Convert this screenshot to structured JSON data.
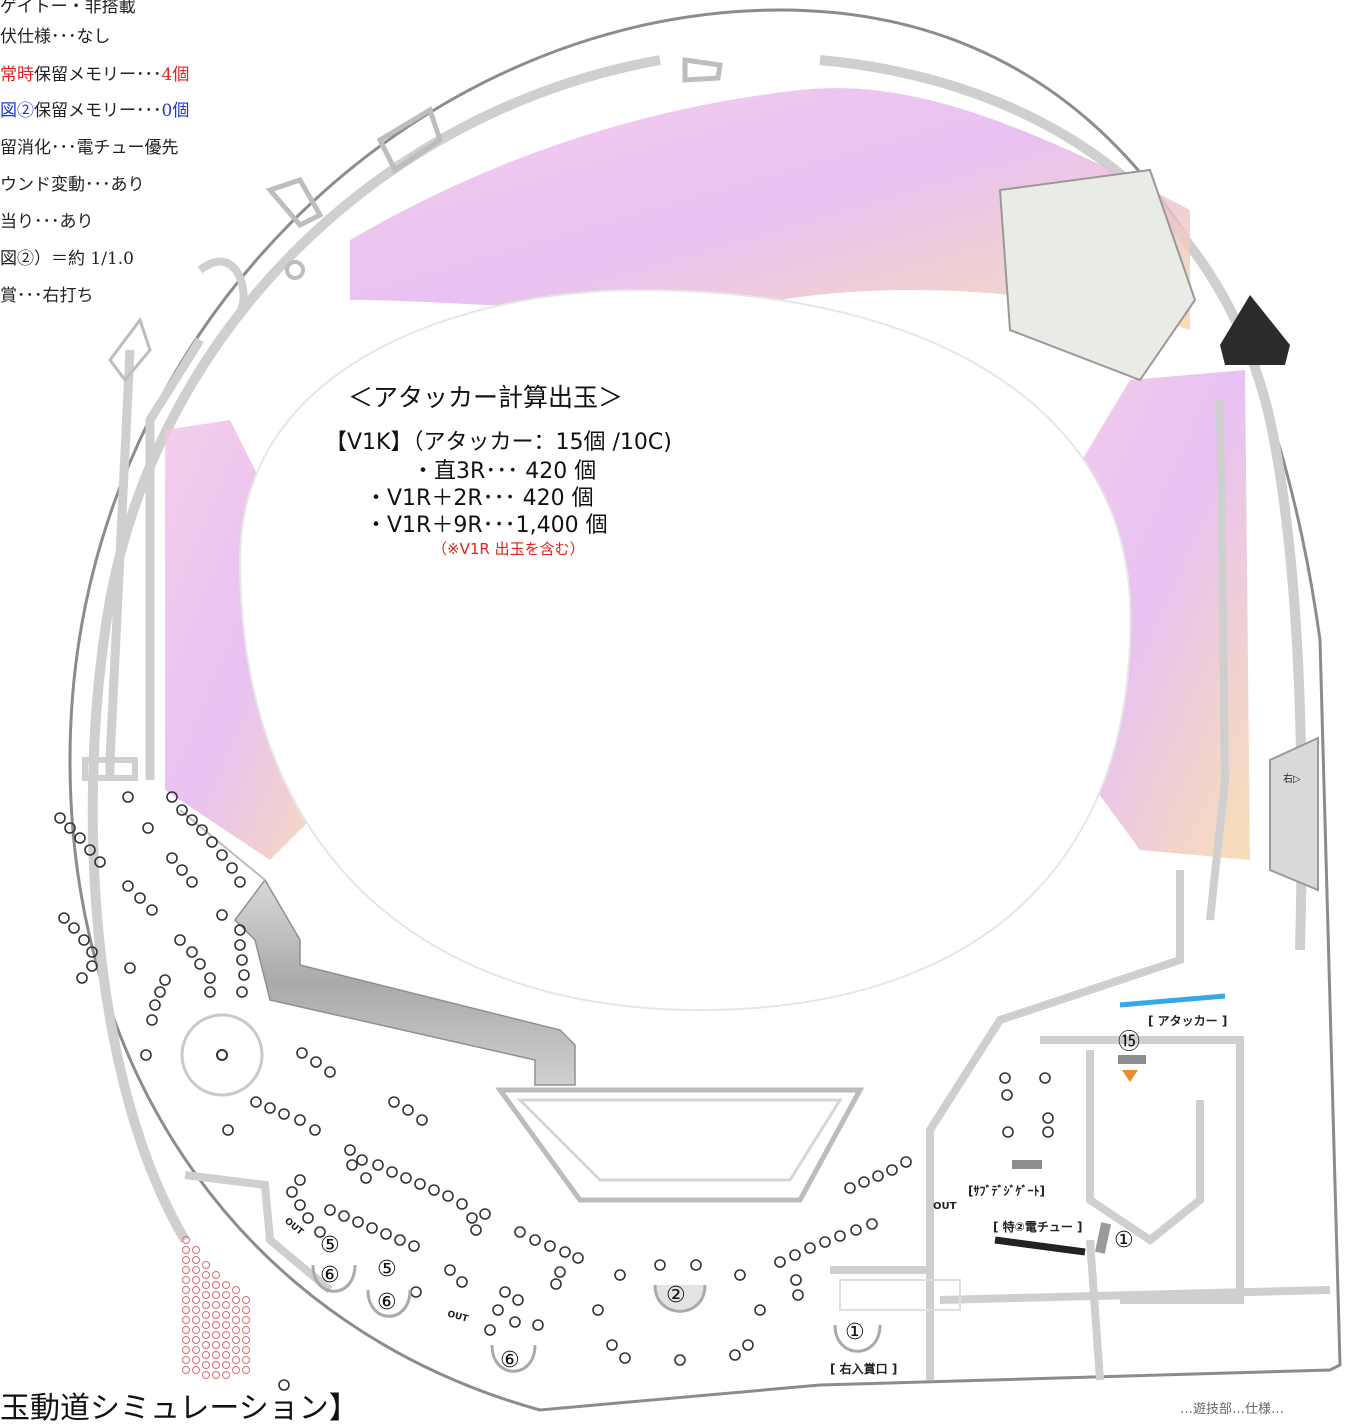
{
  "spec_list": [
    {
      "prefix": "",
      "text": "ゲイトー・非搭載",
      "suffix": ""
    },
    {
      "prefix": "",
      "text": "伏仕様･･･なし",
      "suffix": ""
    },
    {
      "prefix": "常時",
      "text": "保留メモリー･･･",
      "suffix": "4個",
      "color": "red"
    },
    {
      "prefix": "図②",
      "text": "保留メモリー･･･",
      "suffix": "0個",
      "color": "blue"
    },
    {
      "prefix": "",
      "text": "留消化･･･電チュー優先",
      "suffix": ""
    },
    {
      "prefix": "",
      "text": "ウンド変動･･･あり",
      "suffix": ""
    },
    {
      "prefix": "",
      "text": "当り･･･あり",
      "suffix": ""
    },
    {
      "prefix": "",
      "text": "図②）＝約 1/1.0",
      "suffix": ""
    },
    {
      "prefix": "",
      "text": "賞･･･右打ち",
      "suffix": ""
    }
  ],
  "attacker_calc": {
    "title": "＜アタッカー計算出玉＞",
    "header": "【V1K】（アタッカー：15個 /10C)",
    "rows": [
      "・直3R･･･  420 個",
      "・V1R＋2R･･･  420 個",
      "・V1R＋9R･･･1,400 個"
    ],
    "note": "（※V1R 出玉を含む）"
  },
  "labels": {
    "attacker": "[ アタッカー ]",
    "sub_gate": "[ｻﾌﾞﾃﾞｼﾞｹﾞｰﾄ]",
    "denchu": "[ 特②電チュー ]",
    "right_entry": "[ 右入賞口 ]",
    "out": "OUT",
    "right_arrow": "右▷"
  },
  "numbers": {
    "n15": "⑮",
    "n1": "①",
    "n2": "②",
    "n5": "⑤",
    "n6": "⑥"
  },
  "bottom_title": "玉動道シミュレーション】",
  "footer": "…遊技部…仕様…",
  "colors": {
    "red": "#e0231a",
    "blue": "#1d35d6",
    "attacker_bar": "#39a7e6",
    "rail": "#cccccc"
  }
}
